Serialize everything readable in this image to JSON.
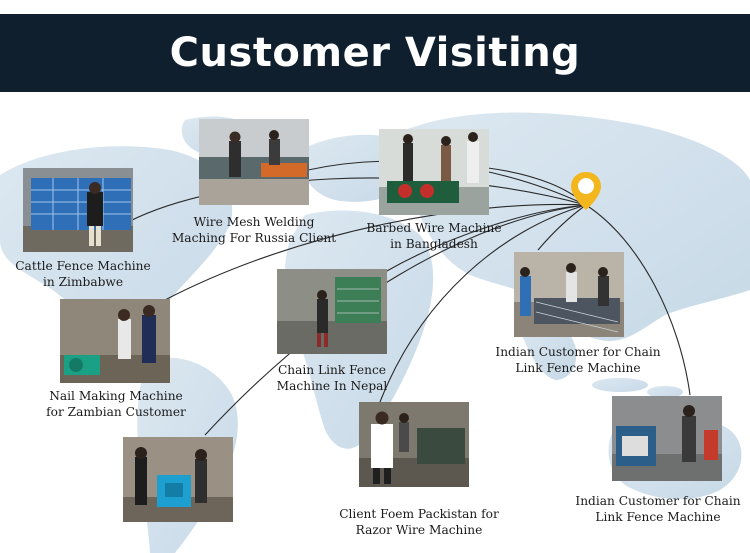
{
  "header": {
    "title": "Customer Visiting"
  },
  "colors": {
    "banner": "#0f1f2e",
    "map": "#d3e1ec",
    "route_line": "#2a2a2a",
    "pin": "#f3b71d"
  },
  "icons": {
    "location_pin": "location-pin-icon"
  },
  "visits": [
    {
      "id": "zimbabwe",
      "caption_line1": "Cattle Fence Machine",
      "caption_line2": "in Zimbabwe"
    },
    {
      "id": "russia",
      "caption_line1": "Wire Mesh Welding",
      "caption_line2": "Maching For Russia Client"
    },
    {
      "id": "bangladesh",
      "caption_line1": "Barbed Wire Machine",
      "caption_line2": "in Bangladesh"
    },
    {
      "id": "india1",
      "caption_line1": "Indian Customer for Chain",
      "caption_line2": "Link Fence Machine"
    },
    {
      "id": "nepal",
      "caption_line1": "Chain Link Fence",
      "caption_line2": "Machine In Nepal"
    },
    {
      "id": "zambia",
      "caption_line1": "Nail Making Machine",
      "caption_line2": "for Zambian Customer"
    },
    {
      "id": "pakistan",
      "caption_line1": "Client Foem Packistan for",
      "caption_line2": "Razor Wire Machine"
    },
    {
      "id": "india2",
      "caption_line1": "Indian Customer for Chain",
      "caption_line2": "Link Fence Machine"
    }
  ]
}
